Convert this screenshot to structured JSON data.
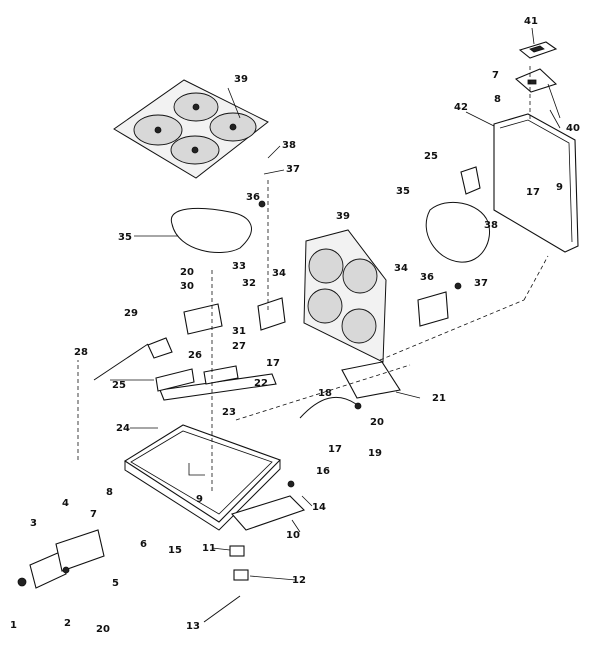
{
  "diagram": {
    "callouts": [
      "1",
      "2",
      "3",
      "4",
      "5",
      "6",
      "7",
      "8",
      "9",
      "10",
      "11",
      "12",
      "13",
      "14",
      "15",
      "16",
      "17",
      "18",
      "19",
      "20",
      "21",
      "22",
      "23",
      "24",
      "25",
      "26",
      "27",
      "28",
      "29",
      "30",
      "31",
      "32",
      "33",
      "34",
      "35",
      "36",
      "37",
      "38",
      "39",
      "40",
      "41",
      "42"
    ]
  }
}
